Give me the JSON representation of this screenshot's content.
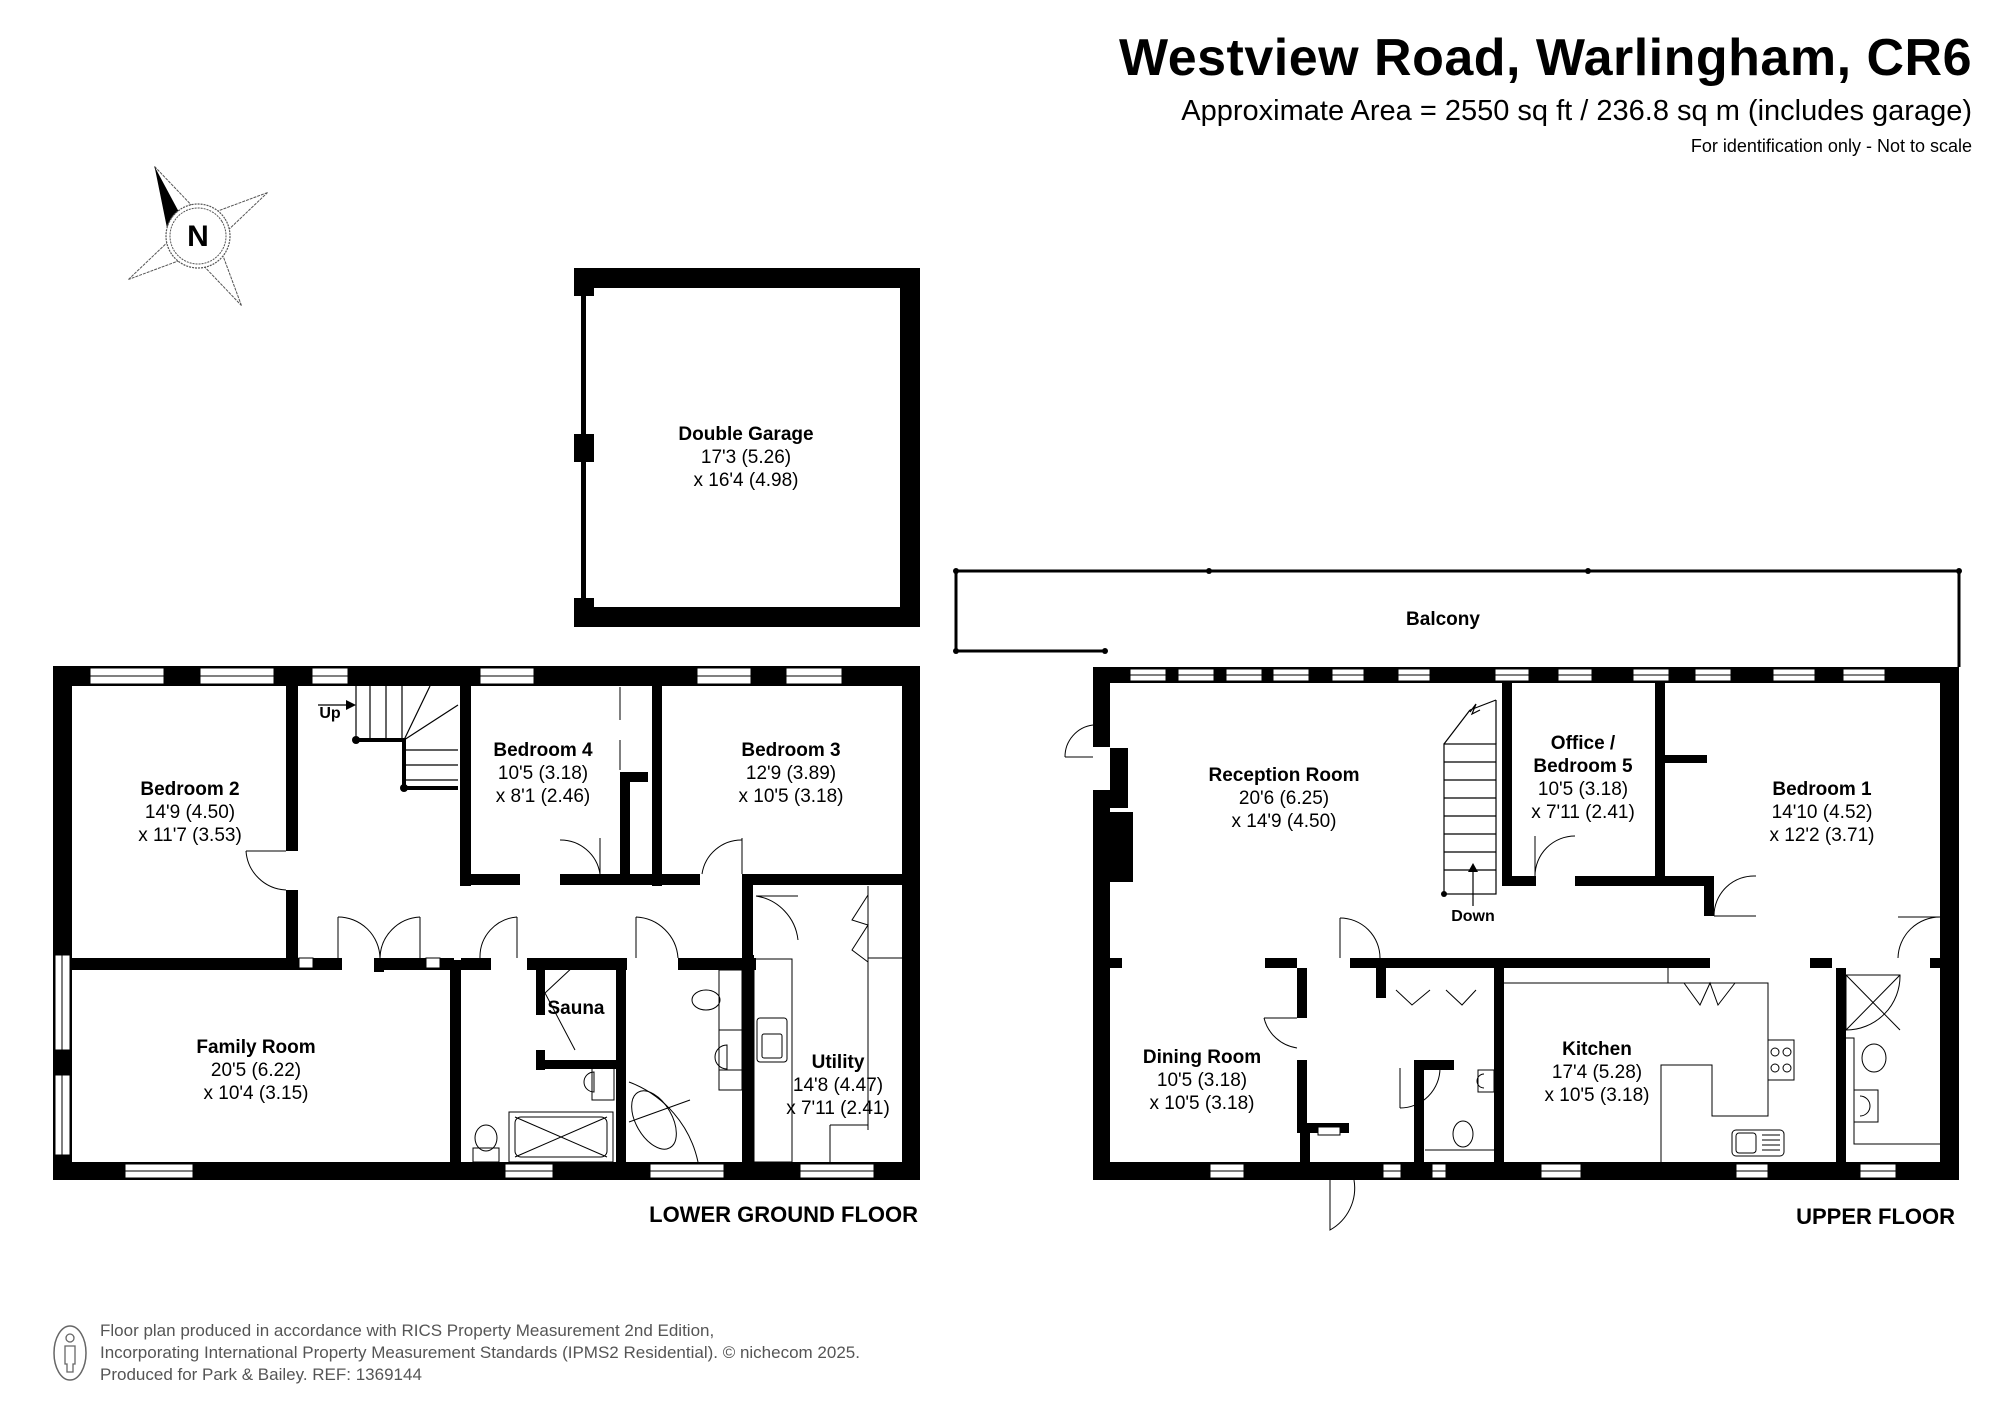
{
  "header": {
    "title": "Westview Road, Warlingham, CR6",
    "area": "Approximate Area = 2550 sq ft / 236.8 sq m (includes garage)",
    "disclaimer": "For identification only - Not to scale"
  },
  "compass": {
    "icon": "compass-north-icon",
    "letter": "N"
  },
  "garage": {
    "name": "Double Garage",
    "dim1": "17'3 (5.26)",
    "dim2": "x 16'4 (4.98)"
  },
  "lower_floor": {
    "label": "LOWER GROUND FLOOR",
    "stairs_label": "Up",
    "rooms": [
      {
        "name": "Bedroom 2",
        "dim1": "14'9 (4.50)",
        "dim2": "x 11'7 (3.53)"
      },
      {
        "name": "Bedroom 4",
        "dim1": "10'5 (3.18)",
        "dim2": "x 8'1 (2.46)"
      },
      {
        "name": "Bedroom 3",
        "dim1": "12'9 (3.89)",
        "dim2": "x 10'5 (3.18)"
      },
      {
        "name": "Family Room",
        "dim1": "20'5 (6.22)",
        "dim2": "x 10'4 (3.15)"
      },
      {
        "name": "Sauna"
      },
      {
        "name": "Utility",
        "dim1": "14'8 (4.47)",
        "dim2": "x 7'11 (2.41)"
      }
    ]
  },
  "upper_floor": {
    "label": "UPPER FLOOR",
    "stairs_label": "Down",
    "balcony": "Balcony",
    "rooms": [
      {
        "name": "Reception Room",
        "dim1": "20'6 (6.25)",
        "dim2": "x 14'9 (4.50)"
      },
      {
        "name": "Office /",
        "name2": "Bedroom 5",
        "dim1": "10'5 (3.18)",
        "dim2": "x 7'11 (2.41)"
      },
      {
        "name": "Bedroom 1",
        "dim1": "14'10 (4.52)",
        "dim2": "x 12'2 (3.71)"
      },
      {
        "name": "Dining Room",
        "dim1": "10'5 (3.18)",
        "dim2": "x 10'5 (3.18)"
      },
      {
        "name": "Kitchen",
        "dim1": "17'4 (5.28)",
        "dim2": "x 10'5 (3.18)"
      }
    ]
  },
  "footer": {
    "line1": "Floor plan produced in accordance with RICS Property Measurement 2nd Edition,",
    "line2": "Incorporating International Property Measurement Standards (IPMS2 Residential).   © nichecom 2025.",
    "line3": "Produced for Park & Bailey.   REF:  1369144"
  }
}
